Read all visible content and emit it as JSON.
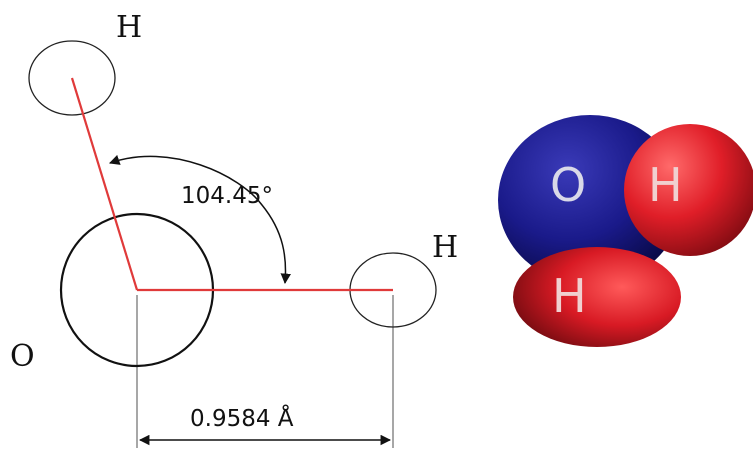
{
  "structural_diagram": {
    "oxygen_label": "O",
    "hydrogen_top_label": "H",
    "hydrogen_right_label": "H",
    "bond_angle_label": "104.45°",
    "bond_length_label": "0.9584 Å"
  },
  "space_filling_model": {
    "oxygen_label": "O",
    "hydrogen_upper_label": "H",
    "hydrogen_lower_label": "H"
  },
  "colors": {
    "bond": "#e03a3a",
    "atom_outline": "#222222",
    "dimension_line": "#888888",
    "oxygen_sphere": "#1c1c8c",
    "hydrogen_sphere": "#d8202a",
    "model_text": "#d8d8e6"
  }
}
